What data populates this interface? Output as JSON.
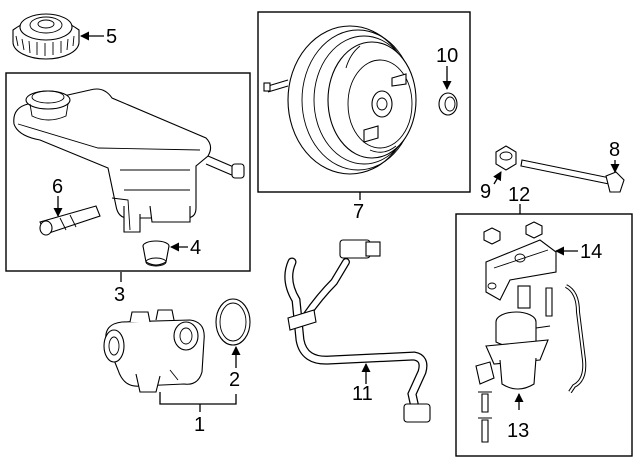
{
  "callouts": {
    "c1": "1",
    "c2": "2",
    "c3": "3",
    "c4": "4",
    "c5": "5",
    "c6": "6",
    "c7": "7",
    "c8": "8",
    "c9": "9",
    "c10": "10",
    "c11": "11",
    "c12": "12",
    "c13": "13",
    "c14": "14"
  },
  "parts": {
    "reservoir_cap": "reservoir-cap",
    "brake_fluid_reservoir": "brake-fluid-reservoir",
    "reservoir_grommet": "reservoir-grommet",
    "level_sensor": "fluid-level-sensor",
    "master_cylinder": "master-cylinder",
    "master_cylinder_seal": "master-cylinder-seal",
    "brake_booster": "brake-booster",
    "booster_seal": "booster-seal",
    "nut": "nut",
    "bolt": "bolt",
    "vacuum_hose": "vacuum-hose",
    "vacuum_pump": "vacuum-pump",
    "pump_bracket": "pump-bracket"
  }
}
